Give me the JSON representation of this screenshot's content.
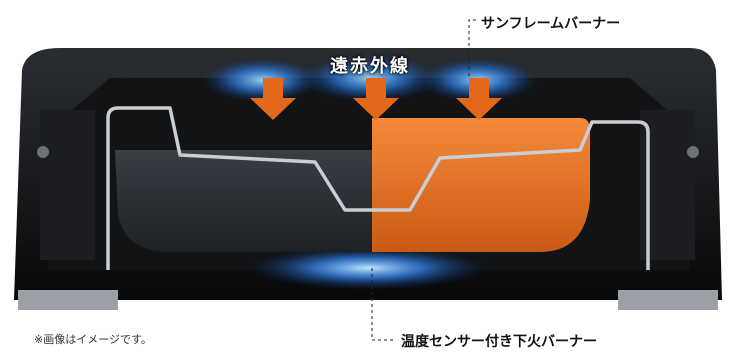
{
  "labels": {
    "top_burner": "サンフレームバーナー",
    "heat_type": "遠赤外線",
    "bottom_burner": "温度センサー付き下火バーナー",
    "note": "※画像はイメージです。"
  },
  "colors": {
    "pan_dark": "#2c3036",
    "pan_orange": "#e8762a",
    "arrow_orange": "#e3681c",
    "flame_blue": "#3aa0ff",
    "body_black": "#0e0f11"
  }
}
